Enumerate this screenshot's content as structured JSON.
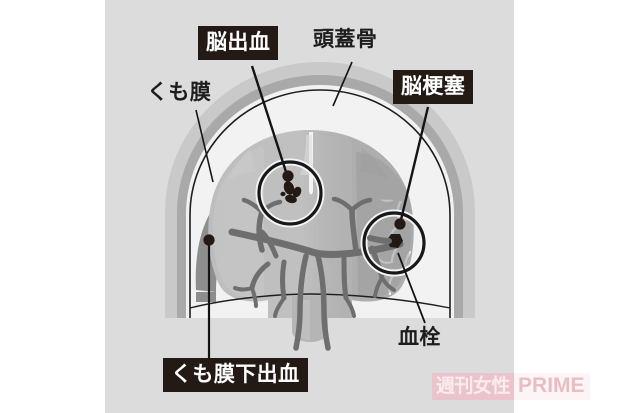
{
  "illustration": {
    "title_alt": "脳卒中の種類を示す脳の断面図",
    "panel_background": "#dcdcdc",
    "page_background": "#ffffff"
  },
  "labels": {
    "brain_hemorrhage": "脳出血",
    "skull": "頭蓋骨",
    "arachnoid": "くも膜",
    "cerebral_infarction": "脳梗塞",
    "thrombus": "血栓",
    "subarachnoid_hemorrhage": "くも膜下出血"
  },
  "watermark": {
    "jp": "週刊女性",
    "en": "PRIME",
    "jp_bg": "#edc3ca",
    "en_color": "#e9b8c1"
  },
  "colors": {
    "label_box_bg": "#231a16",
    "label_box_text": "#ffffff",
    "plain_text": "#1d1d1d",
    "skull_outer": "#c9c9c9",
    "skull_band": "#a8a8a8",
    "dura_white": "#f4f4f4",
    "brain_light": "#c3c3c3",
    "brain_mid": "#b0b0b0",
    "brain_dark": "#9a9a9a",
    "vessel": "#6f6f6f",
    "lesion_dark": "#2b211c",
    "leader_line": "#1a1a1a"
  }
}
